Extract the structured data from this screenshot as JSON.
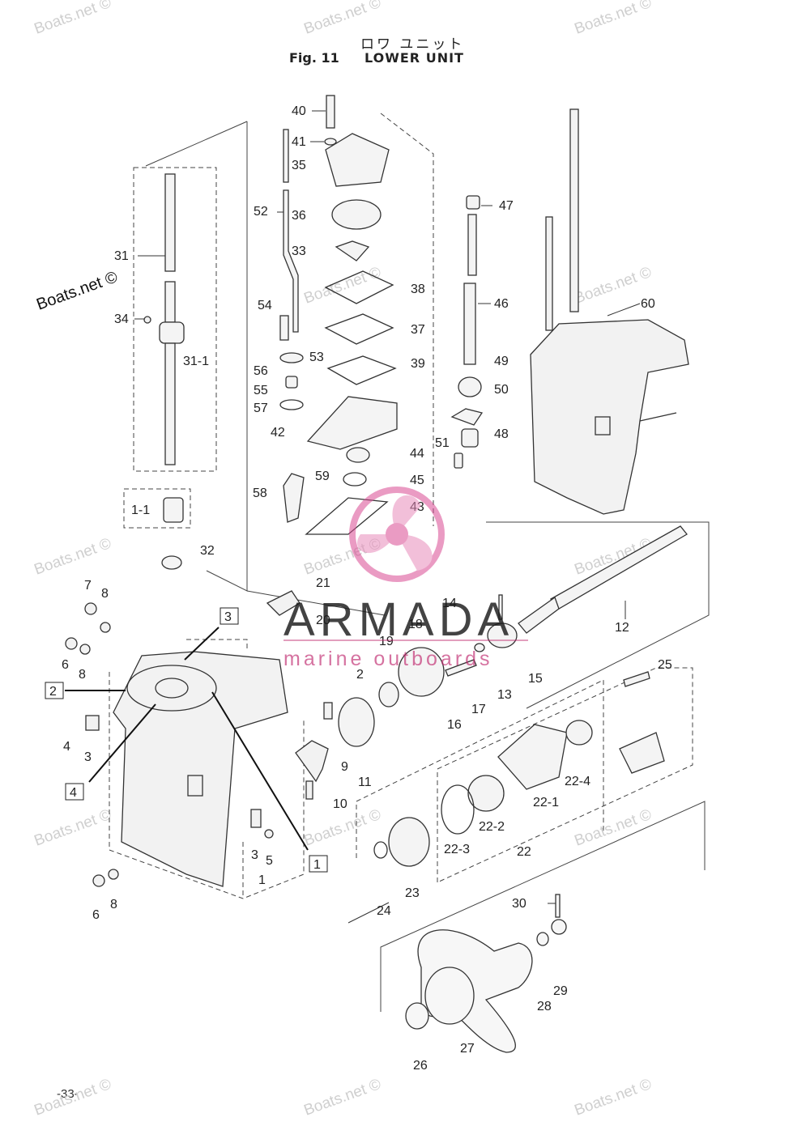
{
  "header": {
    "jp_title": "ロワ ユニット",
    "fig_label": "Fig. 11",
    "title": "LOWER UNIT"
  },
  "page_number": "-33-",
  "watermarks": {
    "site": "Boats.net ©",
    "brand": "ARMADA",
    "brand_sub": "marine outboards",
    "brand_color": "#c0286e"
  },
  "part_labels": [
    "40",
    "41",
    "35",
    "52",
    "36",
    "33",
    "38",
    "54",
    "37",
    "53",
    "56",
    "39",
    "55",
    "57",
    "42",
    "44",
    "59",
    "45",
    "58",
    "43",
    "47",
    "46",
    "49",
    "50",
    "48",
    "51",
    "60",
    "31",
    "34",
    "31-1",
    "1-1",
    "32",
    "7",
    "8",
    "6",
    "8",
    "2",
    "4",
    "3",
    "4",
    "21",
    "20",
    "14",
    "18",
    "19",
    "2",
    "17",
    "13",
    "15",
    "12",
    "25",
    "11",
    "16",
    "9",
    "22-4",
    "22-1",
    "10",
    "22-2",
    "22-3",
    "22",
    "3",
    "5",
    "1",
    "1",
    "24",
    "23",
    "6",
    "8",
    "30",
    "29",
    "28",
    "27",
    "26"
  ],
  "callouts": [
    "3",
    "2",
    "4",
    "1"
  ]
}
